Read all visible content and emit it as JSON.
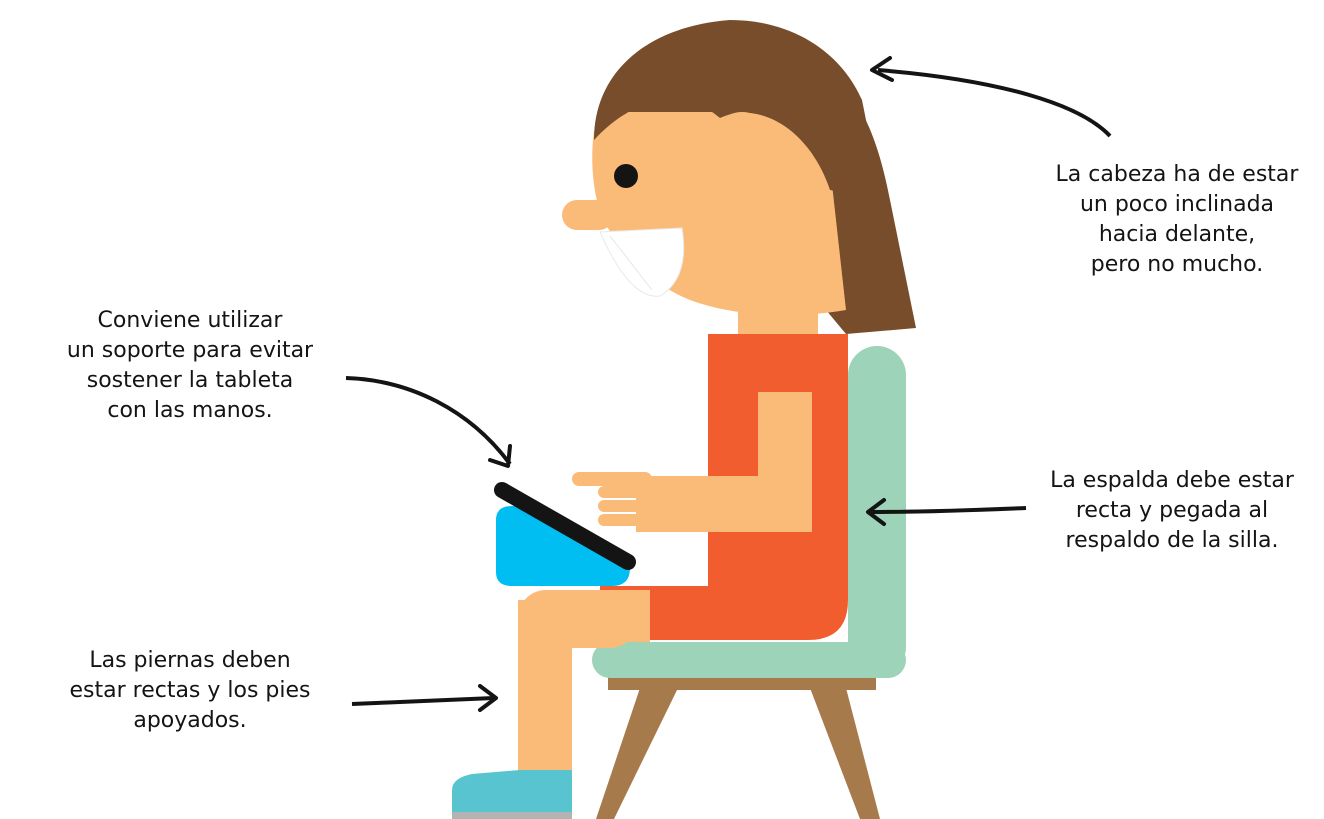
{
  "colors": {
    "hair": "#774d2b",
    "skin": "#fbbb78",
    "dress": "#f15d2e",
    "chair_seat": "#9dd3b8",
    "chair_wood": "#a77a4c",
    "tablet_stand": "#00bef2",
    "tablet": "#141414",
    "shoe": "#58c4d0",
    "arrow": "#141414"
  },
  "annotations": {
    "head": {
      "lines": [
        "La cabeza ha de estar",
        "un poco inclinada",
        "hacia delante,",
        "pero no mucho."
      ]
    },
    "stand": {
      "lines": [
        "Conviene utilizar",
        "un soporte para evitar",
        "sostener la tableta",
        "con las manos."
      ]
    },
    "back": {
      "lines": [
        "La espalda debe estar",
        "recta y pegada al",
        "respaldo de la silla."
      ]
    },
    "legs": {
      "lines": [
        "Las piernas deben",
        "estar rectas y los pies",
        "apoyados."
      ]
    }
  }
}
